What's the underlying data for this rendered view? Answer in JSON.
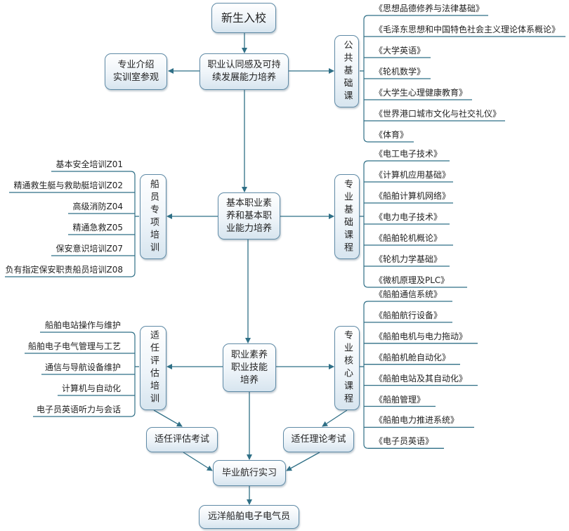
{
  "nodes": {
    "start": "新生入校",
    "identity": "职业认同感及可持续发展能力培养",
    "intro": "专业介绍\n实训室参观",
    "public_courses": "公共基础课",
    "basic": "基本职业素养和基本职业能力培养",
    "crew_training": "船员专项培训",
    "major_basic": "专业基础课程",
    "skills": "职业素养\n职业技能\n培养",
    "competency_training": "适任评估培训",
    "major_core": "专业核心课程",
    "assessment_exam": "适任评估考试",
    "theory_exam": "适任理论考试",
    "internship": "毕业航行实习",
    "result": "远洋船舶电子电气员"
  },
  "public_courses": [
    "《思想品德修养与法律基础》",
    "《毛泽东思想和中国特色社会主义理论体系概论》",
    "《大学英语》",
    "《轮机数学》",
    "《大学生心理健康教育》",
    "《世界港口城市文化与社交礼仪》",
    "《体育》"
  ],
  "crew_training": [
    "基本安全培训Z01",
    "精通救生艇与救助艇培训Z02",
    "高级消防Z04",
    "精通急救Z05",
    "保安意识培训Z07",
    "负有指定保安职责船员培训Z08"
  ],
  "major_basic": [
    "《电工电子技术》",
    "《计算机应用基础》",
    "《船舶计算机网络》",
    "《电力电子技术》",
    "《船舶轮机概论》",
    "《轮机力学基础》",
    "《微机原理及PLC》"
  ],
  "competency_training": [
    "船舶电站操作与维护",
    "船舶电子电气管理与工艺",
    "通信与导航设备维护",
    "计算机与自动化",
    "电子员英语听力与会话"
  ],
  "major_core": [
    "《船舶通信系统》",
    "《船舶航行设备》",
    "《船舶电机与电力拖动》",
    "《船舶机舱自动化》",
    "《船舶电站及其自动化》",
    "《船舶管理》",
    "《船舶电力推进系统》",
    "《电子员英语》"
  ],
  "colors": {
    "line": "#2f6f86",
    "border": "#5f8aa6"
  }
}
